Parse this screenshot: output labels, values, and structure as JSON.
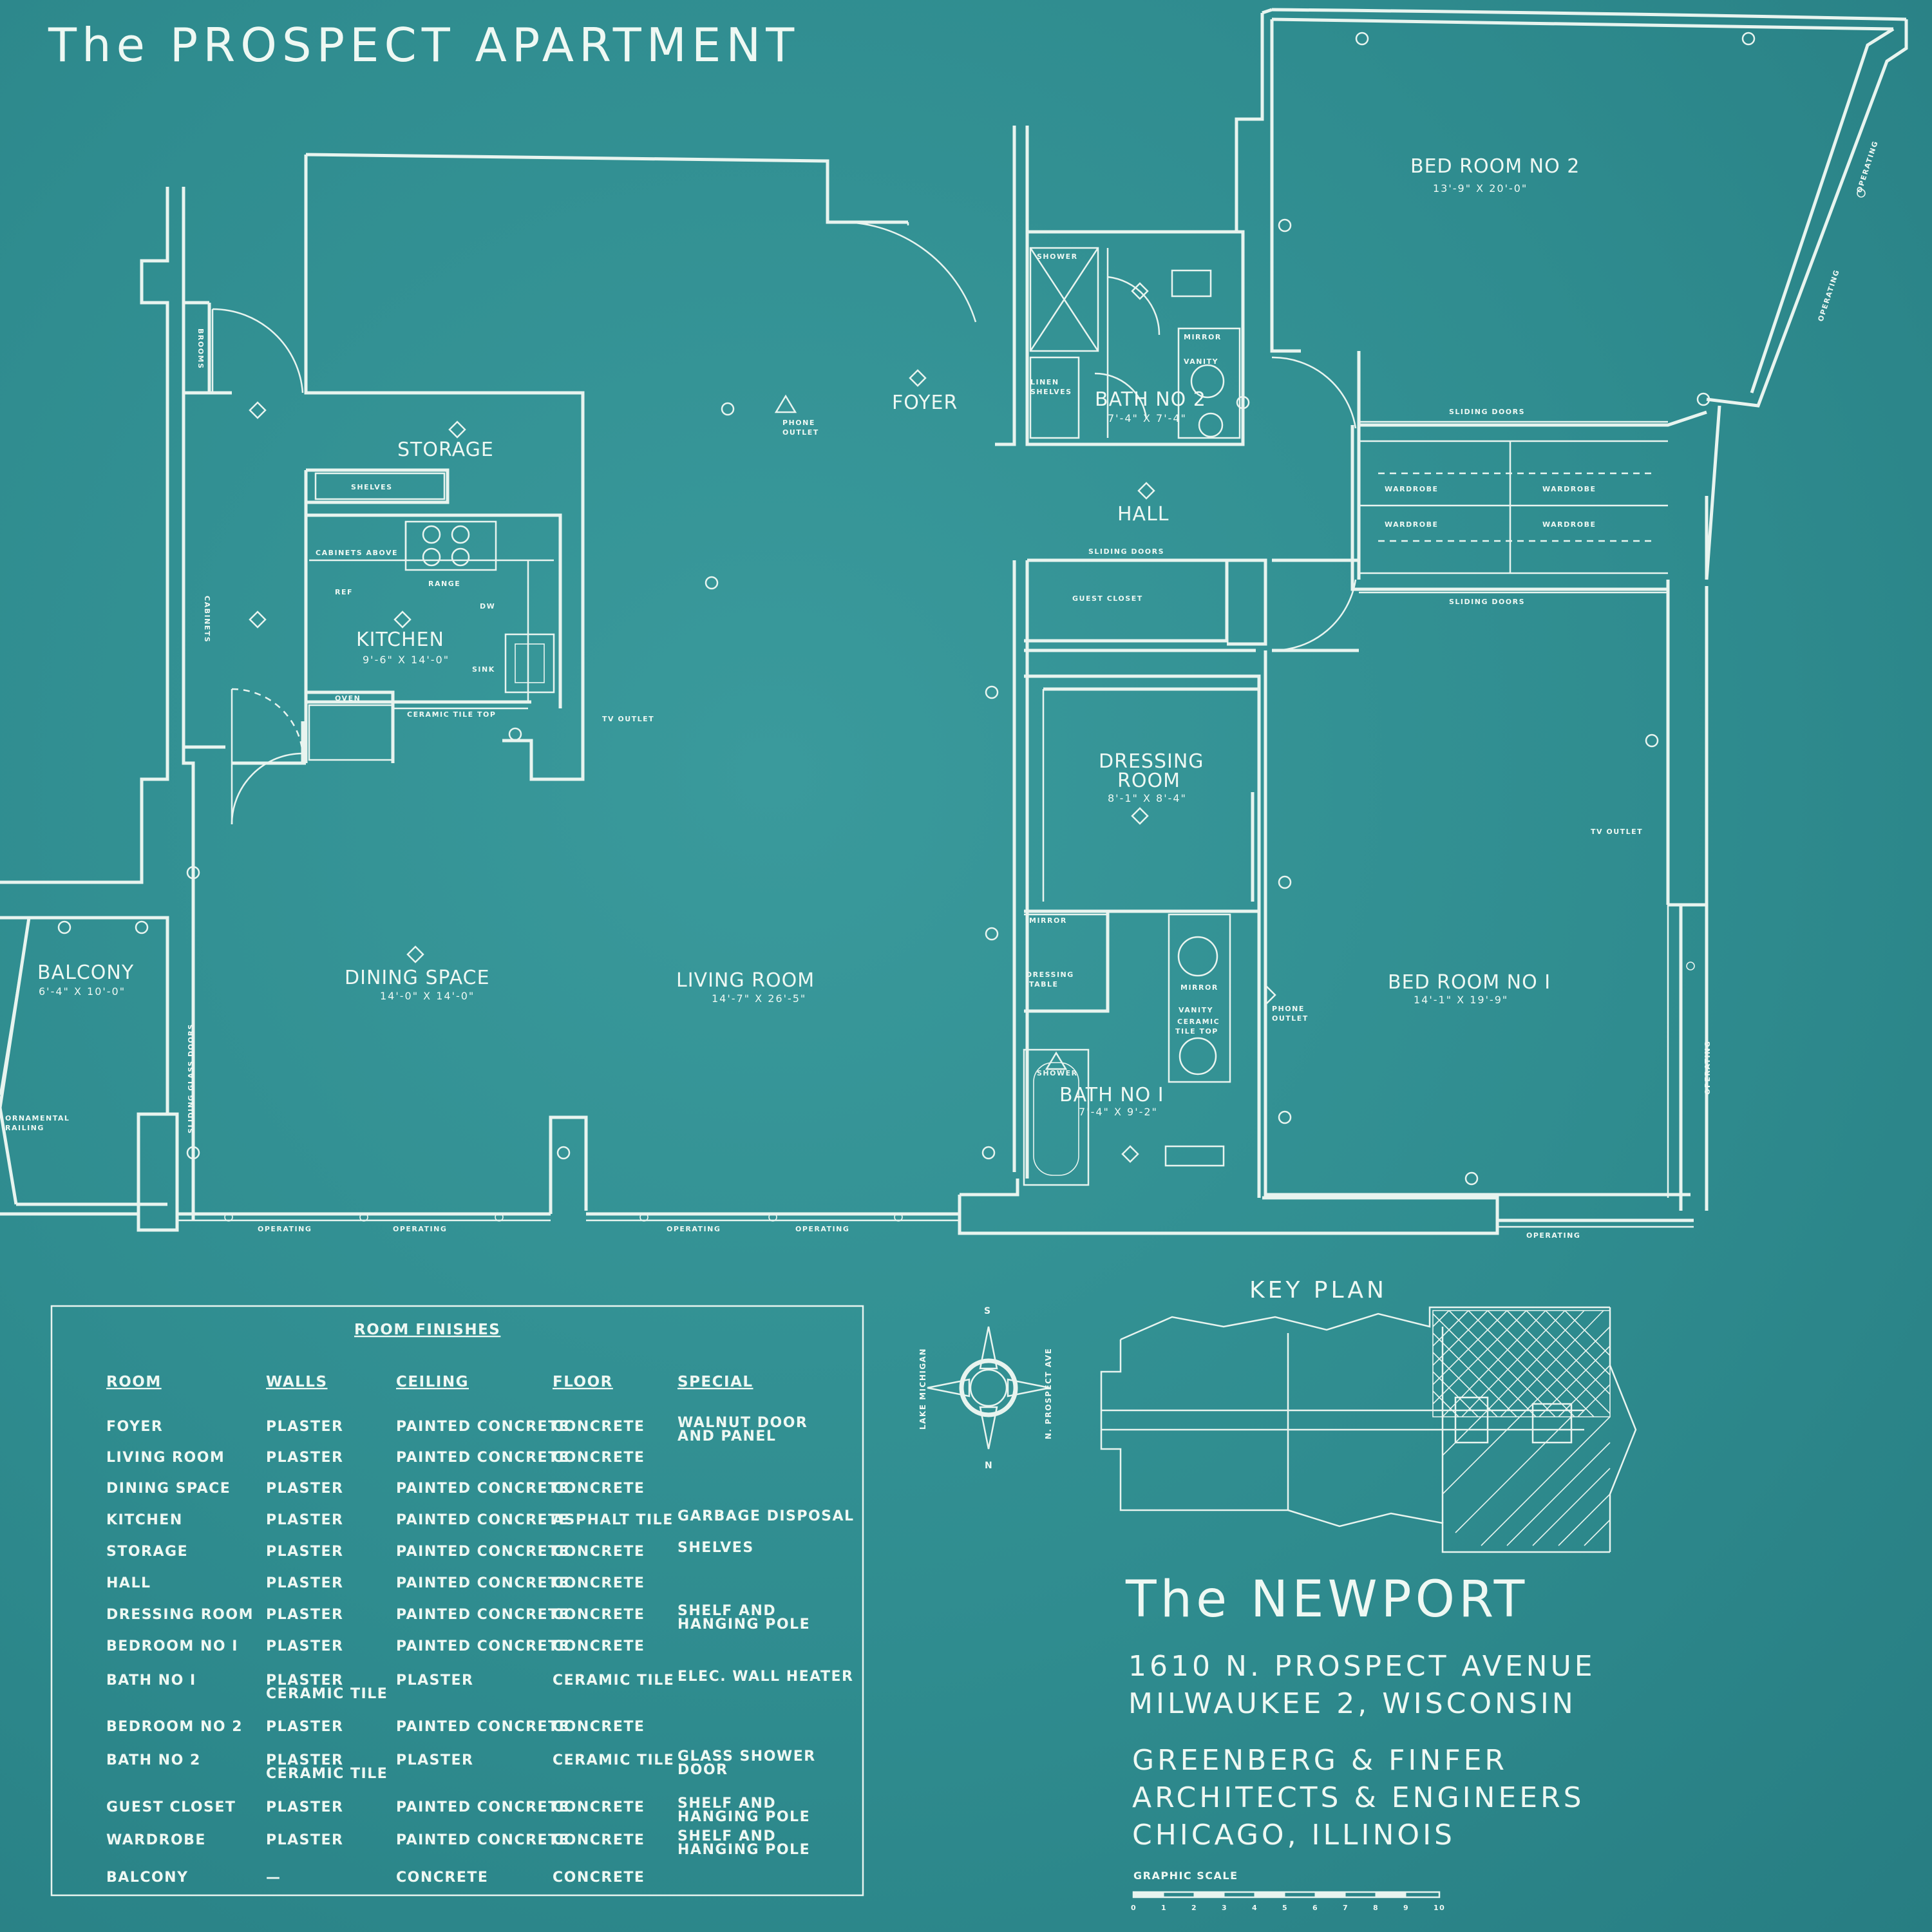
{
  "title": "The PROSPECT APARTMENT",
  "rooms": {
    "bedroom2": {
      "name": "BED ROOM NO 2",
      "dim": "13'-9\" X 20'-0\""
    },
    "foyer": {
      "name": "FOYER"
    },
    "bath2": {
      "name": "BATH NO 2",
      "dim": "7'-4\" X 7'-4\""
    },
    "storage": {
      "name": "STORAGE"
    },
    "hall": {
      "name": "HALL"
    },
    "kitchen": {
      "name": "KITCHEN",
      "dim": "9'-6\" X 14'-0\""
    },
    "dressing": {
      "name_line1": "DRESSING",
      "name_line2": "ROOM",
      "dim": "8'-1\" X 8'-4\""
    },
    "balcony": {
      "name": "BALCONY",
      "dim": "6'-4\" X 10'-0\""
    },
    "dining": {
      "name": "DINING SPACE",
      "dim": "14'-0\" X 14'-0\""
    },
    "living": {
      "name": "LIVING ROOM",
      "dim": "14'-7\" X 26'-5\""
    },
    "bedroom1": {
      "name": "BED ROOM NO I",
      "dim": "14'-1\" X 19'-9\""
    },
    "bath1": {
      "name": "BATH NO I",
      "dim": "7'-4\" X 9'-2\""
    }
  },
  "fixtures": {
    "shower": "SHOWER",
    "mirror": "MIRROR",
    "vanity": "VANITY",
    "linen_shelves_1": "LINEN",
    "linen_shelves_2": "SHELVES",
    "phone_outlet_1": "PHONE",
    "phone_outlet_2": "OUTLET",
    "sliding_doors": "SLIDING DOORS",
    "wardrobe": "WARDROBE",
    "guest_closet": "GUEST CLOSET",
    "shelves": "SHELVES",
    "cabinets": "CABINETS",
    "cabinets_above": "CABINETS ABOVE",
    "range": "RANGE",
    "ref": "REF",
    "dw": "DW",
    "oven": "OVEN",
    "ceramic_tile_top": "CERAMIC TILE TOP",
    "sink": "SINK",
    "tv_outlet": "TV OUTLET",
    "brooms": "BROOMS",
    "dressing_table_1": "DRESSING",
    "dressing_table_2": "TABLE",
    "ceramic_tile_top_1": "CERAMIC",
    "ceramic_tile_top_2": "TILE TOP",
    "sliding_glass_doors": "SLIDING GLASS DOORS",
    "ornamental_railing_1": "ORNAMENTAL",
    "ornamental_railing_2": "RAILING",
    "operating": "OPERATING"
  },
  "room_finishes": {
    "title": "ROOM FINISHES",
    "headers": [
      "ROOM",
      "WALLS",
      "CEILING",
      "FLOOR",
      "SPECIAL"
    ],
    "rows": [
      [
        "FOYER",
        "PLASTER",
        "PAINTED CONCRETE",
        "CONCRETE",
        "WALNUT DOOR",
        "AND PANEL"
      ],
      [
        "LIVING ROOM",
        "PLASTER",
        "PAINTED CONCRETE",
        "CONCRETE",
        "",
        ""
      ],
      [
        "DINING SPACE",
        "PLASTER",
        "PAINTED CONCRETE",
        "CONCRETE",
        "",
        ""
      ],
      [
        "KITCHEN",
        "PLASTER",
        "PAINTED CONCRETE",
        "ASPHALT TILE",
        "GARBAGE DISPOSAL",
        ""
      ],
      [
        "STORAGE",
        "PLASTER",
        "PAINTED CONCRETE",
        "CONCRETE",
        "SHELVES",
        ""
      ],
      [
        "HALL",
        "PLASTER",
        "PAINTED CONCRETE",
        "CONCRETE",
        "",
        ""
      ],
      [
        "DRESSING ROOM",
        "PLASTER",
        "PAINTED CONCRETE",
        "CONCRETE",
        "SHELF AND",
        "HANGING POLE"
      ],
      [
        "BEDROOM NO I",
        "PLASTER",
        "PAINTED CONCRETE",
        "CONCRETE",
        "",
        ""
      ],
      [
        "BATH NO I",
        "PLASTER",
        "PLASTER",
        "CERAMIC TILE",
        "ELEC. WALL HEATER",
        ""
      ],
      [
        "BEDROOM NO 2",
        "PLASTER",
        "PAINTED CONCRETE",
        "CONCRETE",
        "",
        ""
      ],
      [
        "BATH NO 2",
        "PLASTER",
        "PLASTER",
        "CERAMIC TILE",
        "GLASS SHOWER",
        "DOOR"
      ],
      [
        "GUEST CLOSET",
        "PLASTER",
        "PAINTED CONCRETE",
        "CONCRETE",
        "SHELF AND",
        "HANGING POLE"
      ],
      [
        "WARDROBE",
        "PLASTER",
        "PAINTED CONCRETE",
        "CONCRETE",
        "SHELF AND",
        "HANGING POLE"
      ],
      [
        "BALCONY",
        "—",
        "CONCRETE",
        "CONCRETE",
        "",
        ""
      ]
    ],
    "walls_line2": "CERAMIC TILE"
  },
  "compass": {
    "s": "S",
    "n": "N",
    "left": "LAKE MICHIGAN",
    "right": "N. PROSPECT AVE"
  },
  "key_plan": {
    "title": "KEY PLAN"
  },
  "building": {
    "name": "The NEWPORT",
    "address1": "1610 N. PROSPECT AVENUE",
    "address2": "MILWAUKEE 2, WISCONSIN",
    "firm1": "GREENBERG & FINFER",
    "firm2": "ARCHITECTS & ENGINEERS",
    "firm3": "CHICAGO, ILLINOIS"
  },
  "scale": {
    "label": "GRAPHIC SCALE",
    "ticks": [
      "0",
      "1",
      "2",
      "3",
      "4",
      "5",
      "6",
      "7",
      "8",
      "9",
      "10"
    ]
  },
  "colors": {
    "paper": "#2f8c8f",
    "ink": "#e8f4ef"
  }
}
